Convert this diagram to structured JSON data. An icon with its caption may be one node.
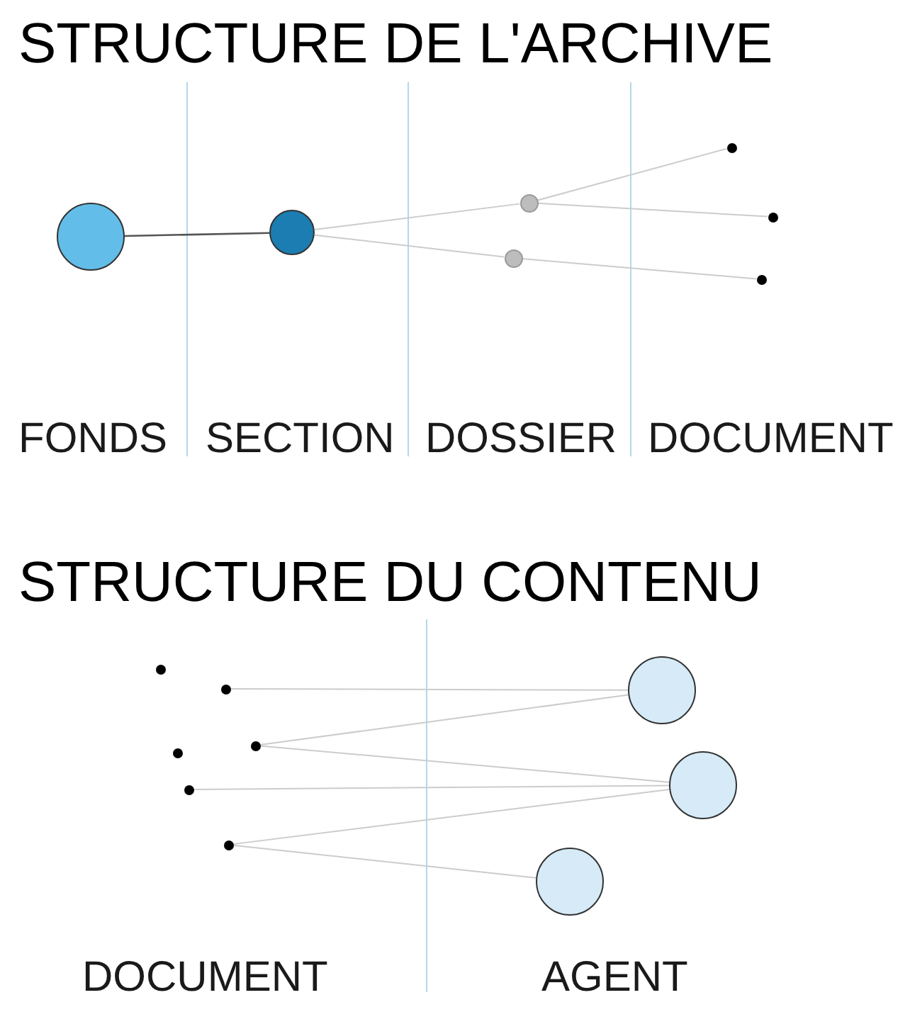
{
  "diagram": {
    "title": "STRUCTURE DE L'ARCHIVE",
    "nodes": [
      {
        "text": [],
        "shape": "circle"
      },
      {
        "text": [],
        "shape": "circle"
      },
      {
        "text": [],
        "shape": "circle"
      },
      {
        "text": [],
        "shape": "circle"
      },
      {
        "text": [],
        "shape": "circle"
      },
      {
        "text": [],
        "shape": "circle"
      },
      {
        "text": [],
        "shape": "circle"
      },
      {
        "text": [],
        "shape": "circle"
      },
      {
        "text": [],
        "shape": "circle"
      },
      {
        "text": [],
        "shape": "circle"
      },
      {
        "text": [],
        "shape": "circle"
      },
      {
        "text": [],
        "shape": "circle"
      },
      {
        "text": [],
        "shape": "circle"
      },
      {
        "text": [],
        "shape": "circle"
      },
      {
        "text": [],
        "shape": "circle"
      },
      {
        "text": [],
        "shape": "circle"
      }
    ],
    "edges": [
      {
        "from": 0,
        "to": 1,
        "arrow": "none",
        "color": "#555555"
      },
      {
        "from": 1,
        "to": 2,
        "arrow": "none"
      },
      {
        "from": 1,
        "to": 3,
        "arrow": "none"
      },
      {
        "from": 2,
        "to": 4,
        "arrow": "none"
      },
      {
        "from": 2,
        "to": 5,
        "arrow": "none"
      },
      {
        "from": 3,
        "to": 6,
        "arrow": "none"
      },
      {
        "from": 8,
        "to": 13,
        "arrow": "none"
      },
      {
        "from": 9,
        "to": 13,
        "arrow": "none"
      },
      {
        "from": 9,
        "to": 14,
        "arrow": "none"
      },
      {
        "from": 11,
        "to": 14,
        "arrow": "none"
      },
      {
        "from": 12,
        "to": 14,
        "arrow": "none"
      },
      {
        "from": 12,
        "to": 15,
        "arrow": "none"
      }
    ],
    "labels": [
      "FONDS",
      "SECTION",
      "DOSSIER",
      "DOCUMENT",
      "STRUCTURE DU CONTENU",
      "DOCUMENT",
      "AGENT"
    ]
  }
}
